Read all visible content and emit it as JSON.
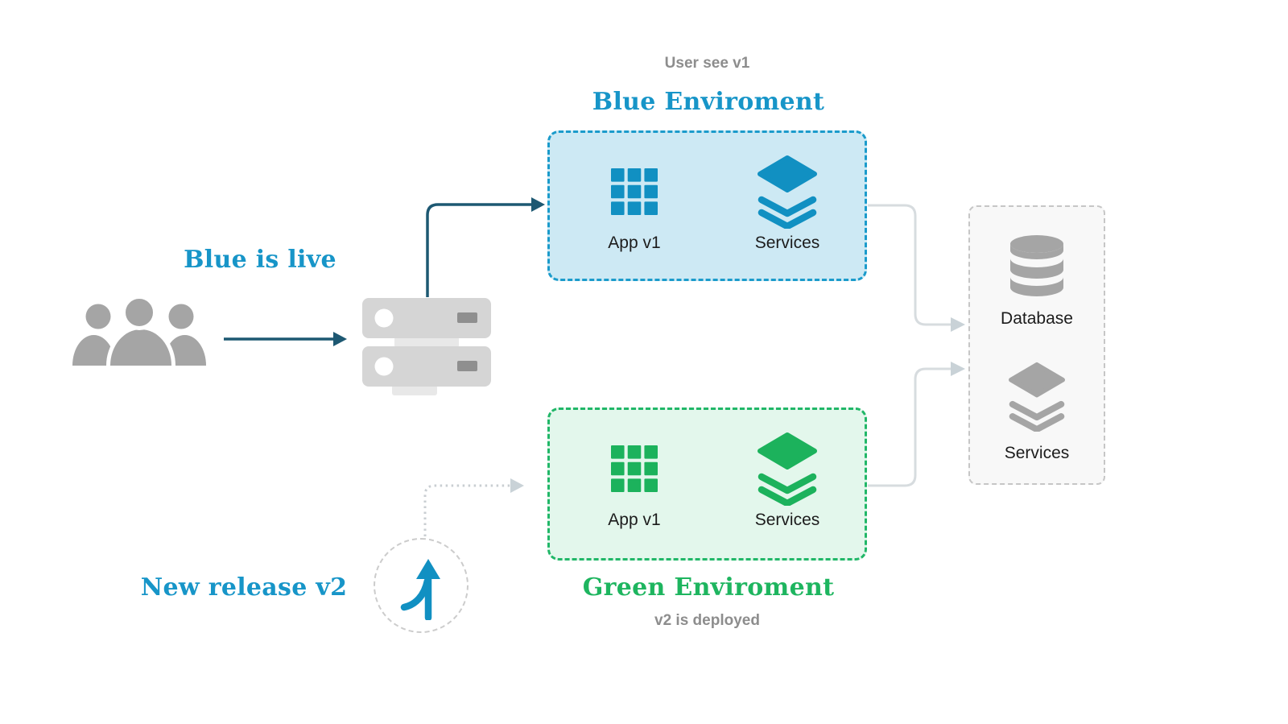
{
  "colors": {
    "blue": "#1795c8",
    "blue_fill": "#cde9f4",
    "blue_border": "#1b9bcb",
    "blue_icon": "#1190c2",
    "green": "#1eb55f",
    "green_fill": "#e3f7ec",
    "green_border": "#21b768",
    "green_icon": "#1cb25c",
    "navy": "#1d5872",
    "gray_text": "#8d8d8d",
    "gray_icon": "#a5a5a5",
    "server_body": "#d5d5d5",
    "server_tab": "#e8e8e8",
    "server_slot": "#8f8f8f",
    "connector": "#d7dcdf",
    "connector_head": "#c9d2d7",
    "dotted": "#c9ced2",
    "circle_border": "#cccccc",
    "db_fill": "#f8f8f8",
    "db_border": "#c6c6c6",
    "label_dark": "#1c1c1c",
    "bg": "#ffffff"
  },
  "icons": [
    "users-icon",
    "load-balancer-icon",
    "app-grid-icon",
    "services-layers-icon",
    "merge-arrow-icon",
    "database-icon"
  ],
  "annotations": {
    "user_see": "User see v1",
    "blue_is_live": "Blue is live",
    "new_release": "New release v2",
    "v2_deployed": "v2 is deployed"
  },
  "blue_env": {
    "title": "Blue Enviroment",
    "app_label": "App v1",
    "services_label": "Services"
  },
  "green_env": {
    "title": "Green Enviroment",
    "app_label": "App v1",
    "services_label": "Services"
  },
  "datastore": {
    "database_label": "Database",
    "services_label": "Services"
  }
}
